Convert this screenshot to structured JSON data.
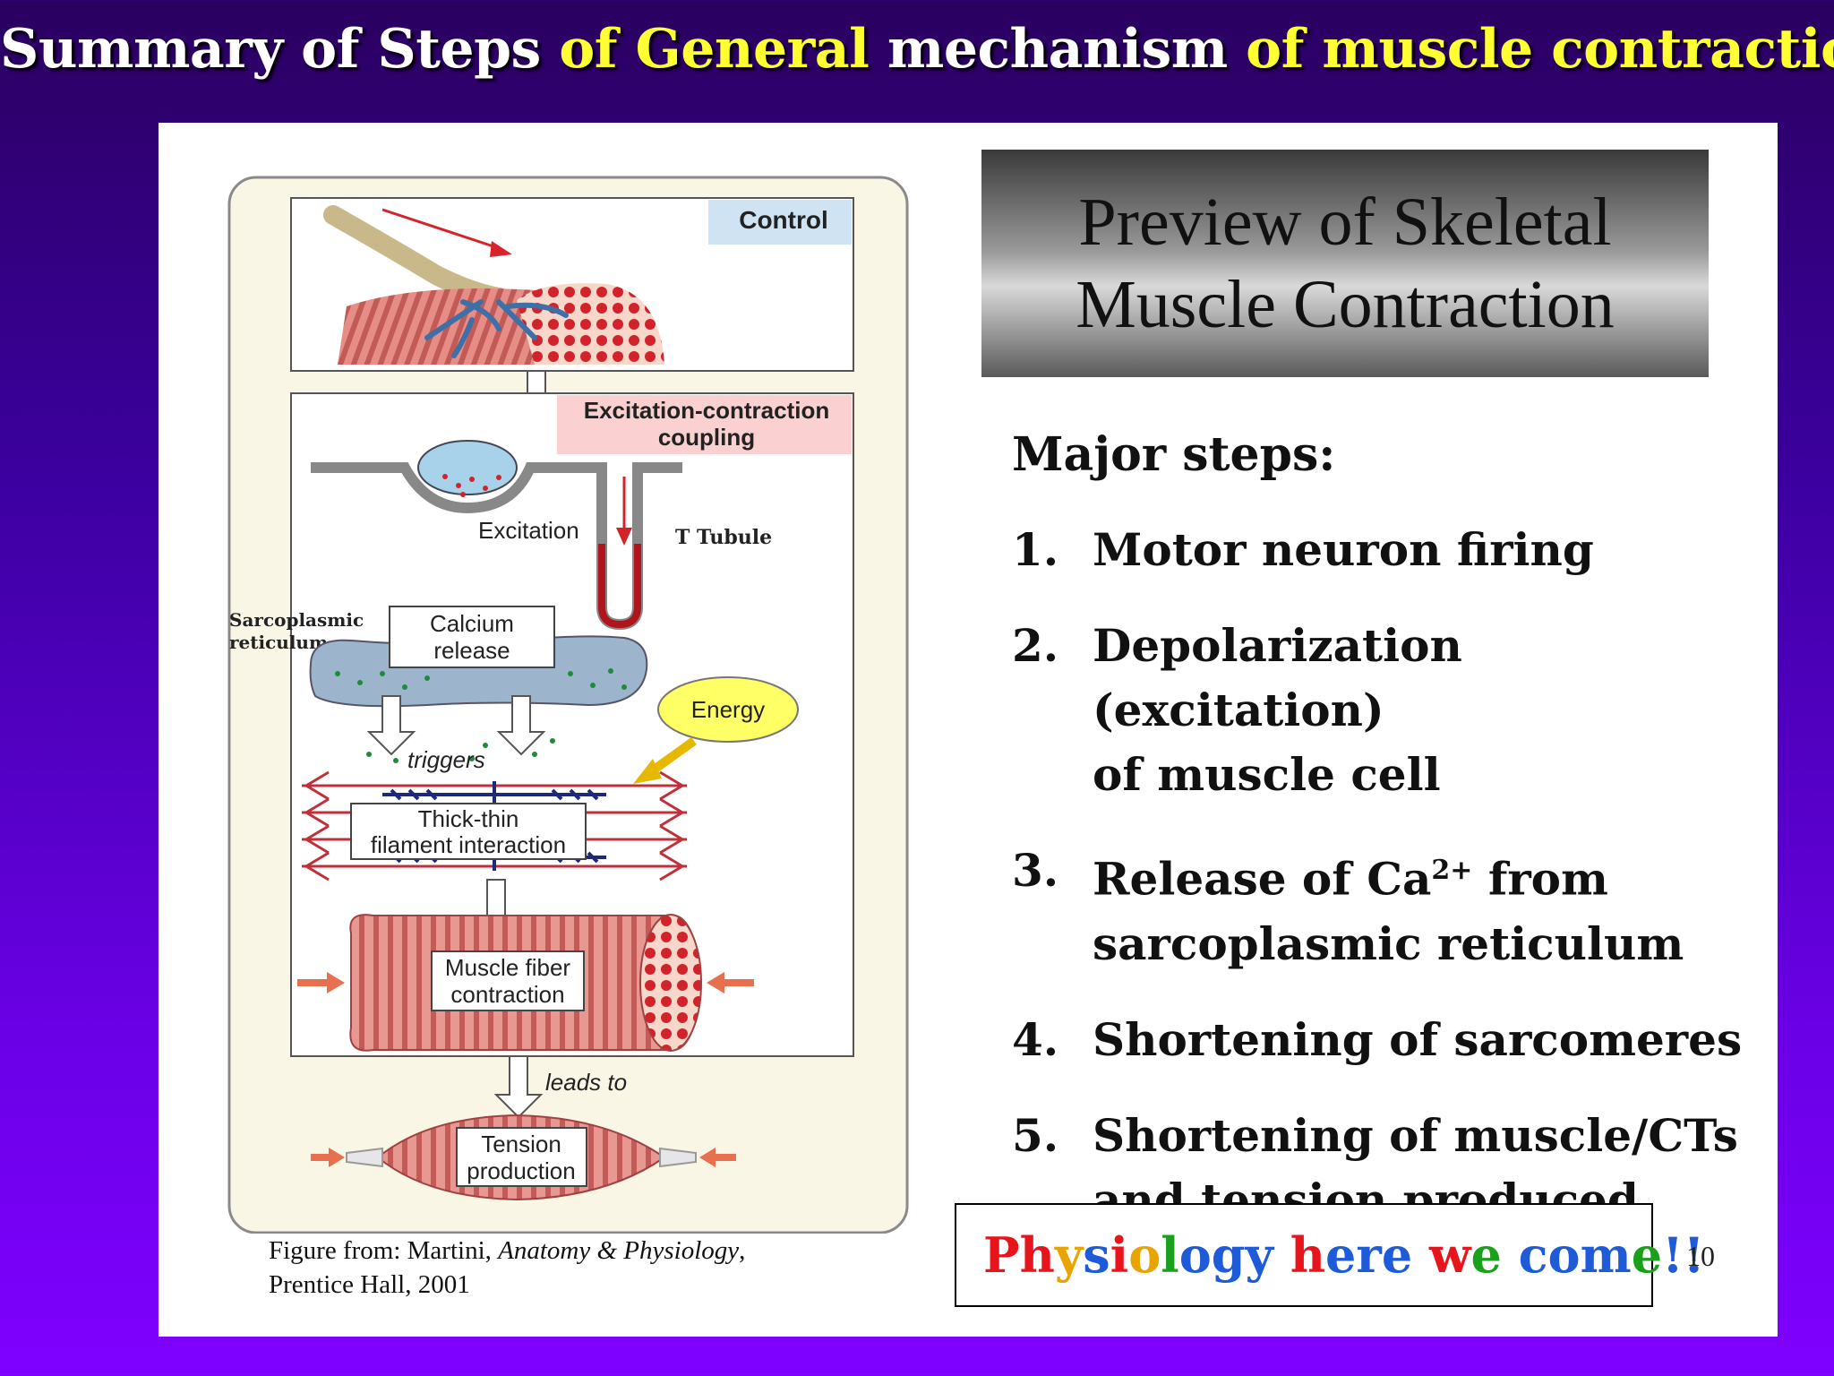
{
  "slide": {
    "title_parts": [
      "Summary of Steps ",
      "of General",
      " mechanism ",
      "of muscle contraction"
    ],
    "page_number": "10"
  },
  "figure": {
    "labels": {
      "control": "Control",
      "ec_coupling_1": "Excitation-contraction",
      "ec_coupling_2": "coupling",
      "excitation": "Excitation",
      "t_tubule": "T Tubule",
      "sr_1": "Sarcoplasmic",
      "sr_2": "reticulum",
      "calcium_1": "Calcium",
      "calcium_2": "release",
      "energy": "Energy",
      "triggers": "triggers",
      "thick_thin_1": "Thick-thin",
      "thick_thin_2": "filament interaction",
      "fiber_1": "Muscle fiber",
      "fiber_2": "contraction",
      "leads_to": "leads to",
      "tension_1": "Tension",
      "tension_2": "production"
    },
    "credit_line1_prefix": "Figure from: Martini, ",
    "credit_book": "Anatomy & Physiology",
    "credit_line1_suffix": ",",
    "credit_line2": "Prentice Hall, 2001"
  },
  "header": {
    "line1": "Preview of Skeletal",
    "line2": "Muscle Contraction"
  },
  "steps": {
    "heading": "Major steps:",
    "items": [
      {
        "num": "1.",
        "line1": "Motor neuron firing",
        "line2": ""
      },
      {
        "num": "2.",
        "line1": "Depolarization (excitation)",
        "line2": "of muscle cell"
      },
      {
        "num": "3.",
        "pre": "Release of Ca",
        "sup": "2+",
        "post": " from",
        "line2": "sarcoplasmic reticulum"
      },
      {
        "num": "4.",
        "line1": "Shortening of sarcomeres",
        "line2": ""
      },
      {
        "num": "5.",
        "line1": "Shortening of muscle/CTs",
        "line2": "and tension produced"
      }
    ]
  },
  "fun_box": {
    "segments": [
      {
        "text": "P",
        "color": "#e8141c"
      },
      {
        "text": "h",
        "color": "#e8141c"
      },
      {
        "text": "y",
        "color": "#e8a400"
      },
      {
        "text": "s",
        "color": "#1e5bd8"
      },
      {
        "text": "i",
        "color": "#e8141c"
      },
      {
        "text": "o",
        "color": "#e8a400"
      },
      {
        "text": "l",
        "color": "#1aa01a"
      },
      {
        "text": "o",
        "color": "#1e5bd8"
      },
      {
        "text": "g",
        "color": "#1e5bd8"
      },
      {
        "text": "y",
        "color": "#1e5bd8"
      },
      {
        "text": " ",
        "color": "#000000"
      },
      {
        "text": "h",
        "color": "#e8141c"
      },
      {
        "text": "e",
        "color": "#1e5bd8"
      },
      {
        "text": "r",
        "color": "#1e5bd8"
      },
      {
        "text": "e",
        "color": "#1e5bd8"
      },
      {
        "text": " ",
        "color": "#000000"
      },
      {
        "text": "w",
        "color": "#e8141c"
      },
      {
        "text": "e",
        "color": "#1aa01a"
      },
      {
        "text": " ",
        "color": "#000000"
      },
      {
        "text": "c",
        "color": "#1e5bd8"
      },
      {
        "text": "o",
        "color": "#1e5bd8"
      },
      {
        "text": "m",
        "color": "#1e5bd8"
      },
      {
        "text": "e",
        "color": "#1aa01a"
      },
      {
        "text": "!!",
        "color": "#1e5bd8"
      }
    ]
  },
  "colors": {
    "title_highlight": "#ffff33",
    "ec_box": "#fbd0d0",
    "control_box": "#cfe3f2",
    "energy_oval": "#ffff66",
    "muscle": "#d9746e"
  }
}
